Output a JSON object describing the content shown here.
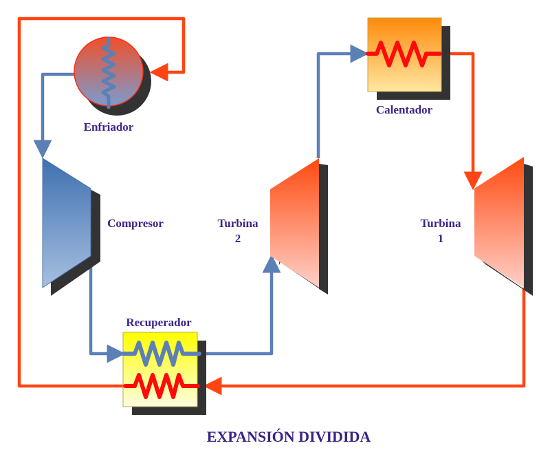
{
  "title": "EXPANSIÓN DIVIDIDA",
  "colors": {
    "hot_pipe": "#ff4513",
    "cold_pipe": "#5b80b5",
    "label": "#3b2586",
    "shadow": "#333333",
    "coil_hot": "#ff0a0a"
  },
  "components": {
    "enfriador": {
      "label": "Enfriador"
    },
    "calentador": {
      "label": "Calentador"
    },
    "compresor": {
      "label": "Compresor"
    },
    "turbina2": {
      "label_line1": "Turbina",
      "label_line2": "2"
    },
    "turbina1": {
      "label_line1": "Turbina",
      "label_line2": "1"
    },
    "recuperador": {
      "label": "Recuperador"
    }
  }
}
